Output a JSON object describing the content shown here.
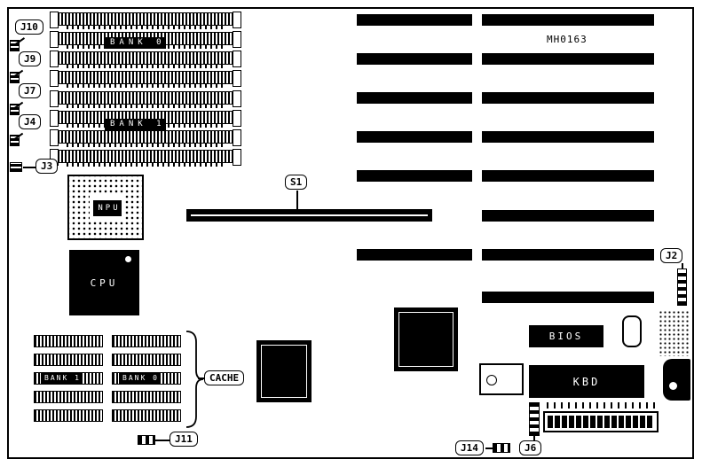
{
  "board": {
    "model_number": "MH0163"
  },
  "memory_banks": {
    "bank0": "BANK 0",
    "bank1": "BANK 1"
  },
  "chips": {
    "npu": "NPU",
    "cpu": "CPU",
    "bios": "BIOS",
    "kbd": "KBD"
  },
  "cache": {
    "label": "CACHE",
    "bank1": "BANK 1",
    "bank0": "BANK 0"
  },
  "callouts": {
    "j10": "J10",
    "j9": "J9",
    "j7": "J7",
    "j4": "J4",
    "j3": "J3",
    "s1": "S1",
    "j2": "J2",
    "j11": "J11",
    "j14": "J14",
    "j6": "J6"
  },
  "colors": {
    "ink": "#000000",
    "paper": "#ffffff"
  }
}
